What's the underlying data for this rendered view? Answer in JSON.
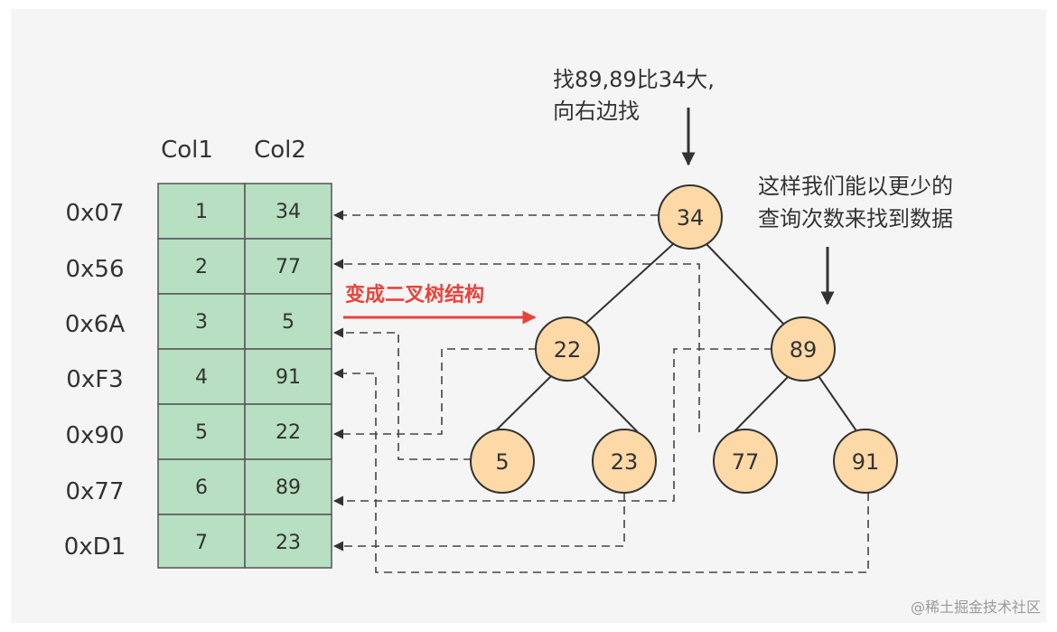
{
  "table": {
    "headers": [
      "Col1",
      "Col2"
    ],
    "rows": [
      {
        "addr": "0x07",
        "col1": "1",
        "col2": "34"
      },
      {
        "addr": "0x56",
        "col1": "2",
        "col2": "77"
      },
      {
        "addr": "0x6A",
        "col1": "3",
        "col2": "5"
      },
      {
        "addr": "0xF3",
        "col1": "4",
        "col2": "91"
      },
      {
        "addr": "0x90",
        "col1": "5",
        "col2": "22"
      },
      {
        "addr": "0x77",
        "col1": "6",
        "col2": "89"
      },
      {
        "addr": "0xD1",
        "col1": "7",
        "col2": "23"
      }
    ]
  },
  "tree": {
    "root": "34",
    "level1": [
      "22",
      "89"
    ],
    "level2": [
      "5",
      "23",
      "77",
      "91"
    ]
  },
  "annotations": {
    "search_line1": "找89,89比34大,",
    "search_line2": "向右边找",
    "benefit_line1": "这样我们能以更少的",
    "benefit_line2": "查询次数来找到数据",
    "transform_label": "变成二叉树结构"
  },
  "watermark": "@稀土掘金技术社区",
  "colors": {
    "table_fill": "#b7dfc1",
    "node_fill": "#fcd9a7",
    "arrow_red": "#e8433a"
  }
}
